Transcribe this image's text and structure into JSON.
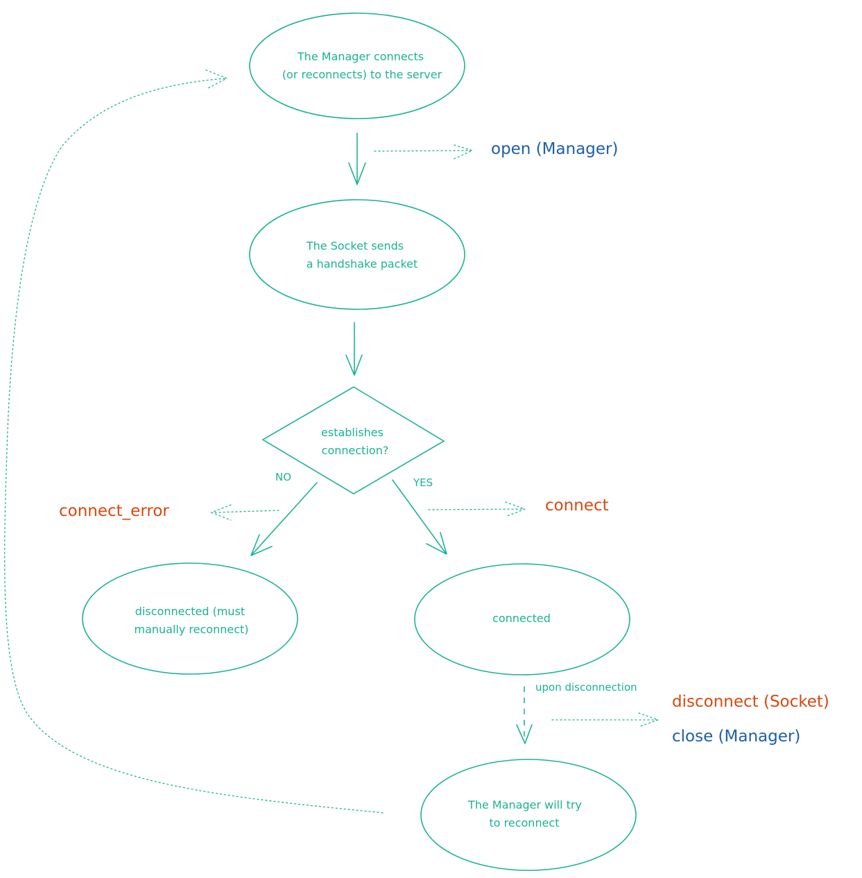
{
  "colors": {
    "node": "#19b394",
    "manager_event": "#1c5fa8",
    "socket_event": "#d9480f"
  },
  "nodes": {
    "manager_connects": [
      "The Manager connects",
      "(or reconnects) to the server"
    ],
    "socket_handshake": [
      "The Socket sends",
      "a handshake packet"
    ],
    "decision": [
      "establishes",
      "connection?"
    ],
    "disconnected": [
      "disconnected (must",
      "manually reconnect)"
    ],
    "connected": [
      "connected"
    ],
    "manager_retry": [
      "The Manager will try",
      "to reconnect"
    ]
  },
  "edge_labels": {
    "no": "NO",
    "yes": "YES",
    "upon_disconnection": "upon disconnection"
  },
  "events": {
    "open_manager": "open (Manager)",
    "connect_error": "connect_error",
    "connect": "connect",
    "disconnect_socket": "disconnect (Socket)",
    "close_manager": "close (Manager)"
  }
}
